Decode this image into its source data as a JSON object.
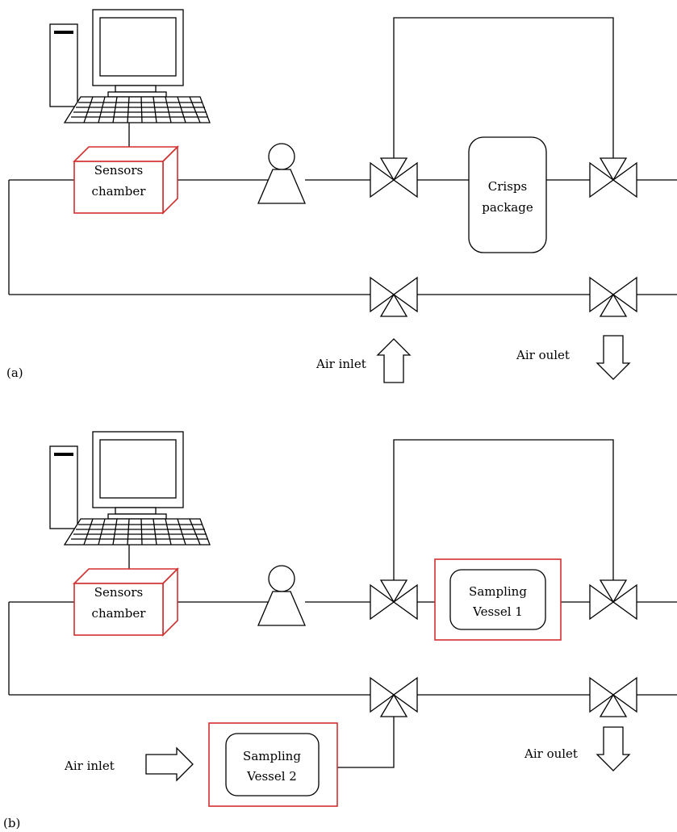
{
  "panels": [
    {
      "id": "a",
      "panel_label": "(a)",
      "sensors_chamber": [
        "Sensors",
        "chamber"
      ],
      "sample_container": [
        "Crisps",
        "package"
      ],
      "air_inlet": "Air inlet",
      "air_outlet": "Air oulet"
    },
    {
      "id": "b",
      "panel_label": "(b)",
      "sensors_chamber": [
        "Sensors",
        "chamber"
      ],
      "sampling_vessel_1": [
        "Sampling",
        "Vessel 1"
      ],
      "sampling_vessel_2": [
        "Sampling",
        "Vessel 2"
      ],
      "air_inlet": "Air inlet",
      "air_outlet": "Air oulet"
    }
  ],
  "colors": {
    "line": "#000000",
    "highlight": "#d32f2f"
  }
}
